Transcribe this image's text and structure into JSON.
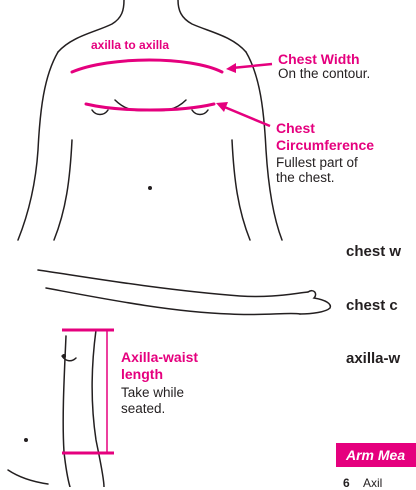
{
  "labels": {
    "axilla_to_axilla": "axilla to axilla",
    "chest_width_title": "Chest Width",
    "chest_width_note": "On the contour.",
    "chest_circ_title_1": "Chest",
    "chest_circ_title_2": "Circumference",
    "chest_circ_note_1": "Fullest part of",
    "chest_circ_note_2": "the chest.",
    "axilla_waist_title_1": "Axilla-waist",
    "axilla_waist_title_2": "length",
    "axilla_waist_note_1": "Take while",
    "axilla_waist_note_2": "seated."
  },
  "rows": {
    "row1": "chest w",
    "row2": "chest c",
    "row3": "axilla-w"
  },
  "section": {
    "banner": "Arm Mea",
    "step_number": "6",
    "step_text": "Axil"
  },
  "colors": {
    "accent": "#e5007e",
    "ink": "#231f20"
  }
}
